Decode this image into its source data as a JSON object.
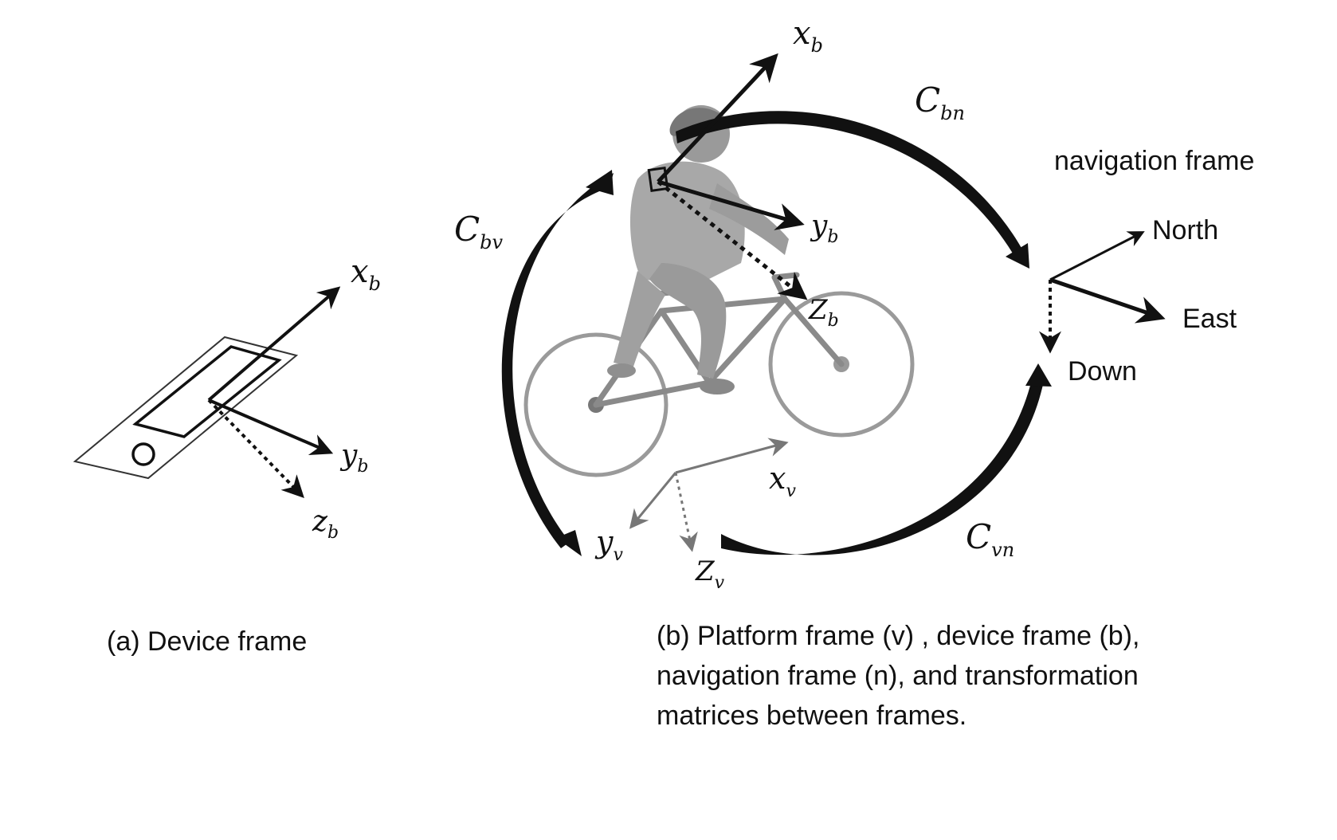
{
  "device_axes": {
    "x": "x",
    "x_sub": "b",
    "y": "y",
    "y_sub": "b",
    "z": "z",
    "z_sub": "b"
  },
  "device_axes_b": {
    "x": "x",
    "x_sub": "b",
    "y": "y",
    "y_sub": "b",
    "z": "Z",
    "z_sub": "b"
  },
  "platform_axes": {
    "x": "x",
    "x_sub": "v",
    "y": "y",
    "y_sub": "v",
    "z": "Z",
    "z_sub": "v"
  },
  "matrices": {
    "bn": "C",
    "bn_sub": "bn",
    "bv": "C",
    "bv_sub": "bv",
    "vn": "C",
    "vn_sub": "vn"
  },
  "navigation": {
    "title": "navigation frame",
    "north": "North",
    "east": "East",
    "down": "Down"
  },
  "captions": {
    "a": "(a) Device frame",
    "b_line1": "(b) Platform frame (v) , device frame (b),",
    "b_line2": "navigation frame (n), and transformation",
    "b_line3": "matrices between frames."
  }
}
